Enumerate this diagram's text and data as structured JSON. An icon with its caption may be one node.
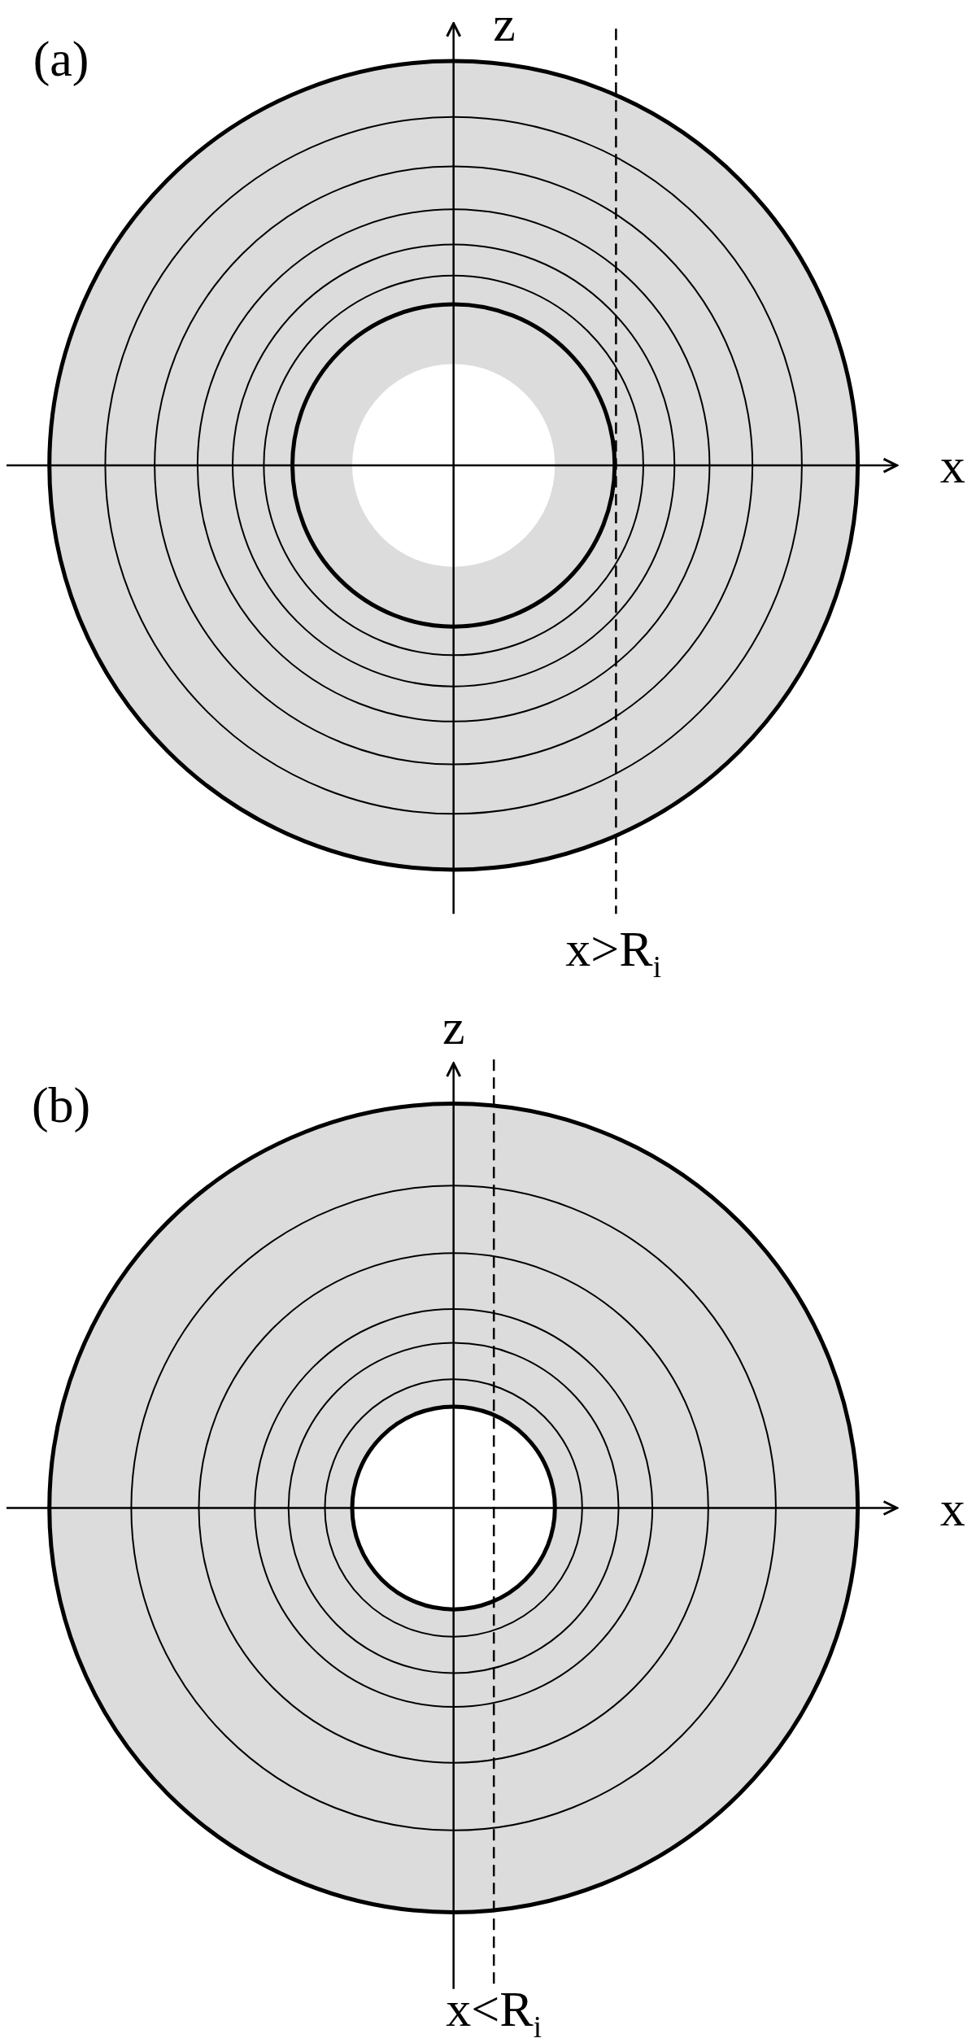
{
  "diagram": {
    "labels": [
      "(a)",
      "z",
      "x",
      "x>R$_{i}$",
      "(b)",
      "z",
      "x",
      "x<R$_{i}$"
    ]
  }
}
